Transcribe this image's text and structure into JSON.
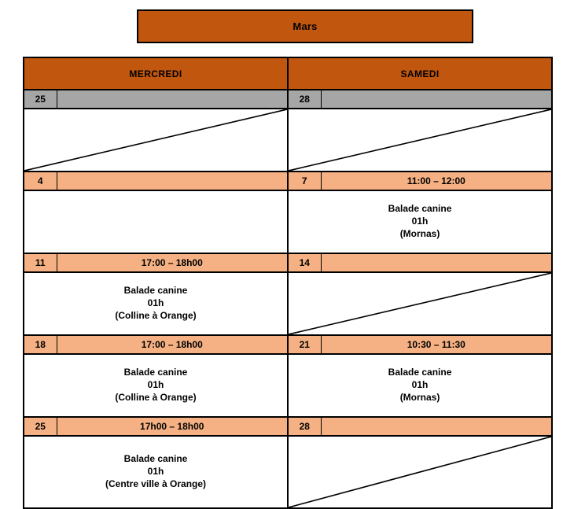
{
  "banner": {
    "month_label": "Mars",
    "background_color": "#C1560F"
  },
  "colors": {
    "header_orange": "#C1560F",
    "row_orange": "#F5B183",
    "row_gray": "#A6A6A6",
    "border": "#000000",
    "cell_white": "#FFFFFF"
  },
  "calendar": {
    "columns": [
      {
        "day_label": "MERCREDI"
      },
      {
        "day_label": "SAMEDI"
      }
    ],
    "weeks": [
      {
        "strip_style": "gray",
        "cells": [
          {
            "date": "25",
            "time": "",
            "event": null
          },
          {
            "date": "28",
            "time": "",
            "event": null
          }
        ]
      },
      {
        "strip_style": "orange",
        "cells": [
          {
            "date": "4",
            "time": "",
            "event": null
          },
          {
            "date": "7",
            "time": "11:00 – 12:00",
            "event": {
              "title": "Balade canine",
              "duration": "01h",
              "location": "(Mornas)"
            }
          }
        ]
      },
      {
        "strip_style": "orange",
        "cells": [
          {
            "date": "11",
            "time": "17:00 – 18h00",
            "event": {
              "title": "Balade canine",
              "duration": "01h",
              "location": "(Colline à Orange)"
            }
          },
          {
            "date": "14",
            "time": "",
            "event": null
          }
        ]
      },
      {
        "strip_style": "orange",
        "cells": [
          {
            "date": "18",
            "time": "17:00 – 18h00",
            "event": {
              "title": "Balade canine",
              "duration": "01h",
              "location": "(Colline à Orange)"
            }
          },
          {
            "date": "21",
            "time": "10:30 – 11:30",
            "event": {
              "title": "Balade canine",
              "duration": "01h",
              "location": "(Mornas)"
            }
          }
        ]
      },
      {
        "strip_style": "orange",
        "cells": [
          {
            "date": "25",
            "time": "17h00 – 18h00",
            "event": {
              "title": "Balade canine",
              "duration": "01h",
              "location": "(Centre ville à Orange)"
            }
          },
          {
            "date": "28",
            "time": "",
            "event": null
          }
        ]
      }
    ]
  }
}
